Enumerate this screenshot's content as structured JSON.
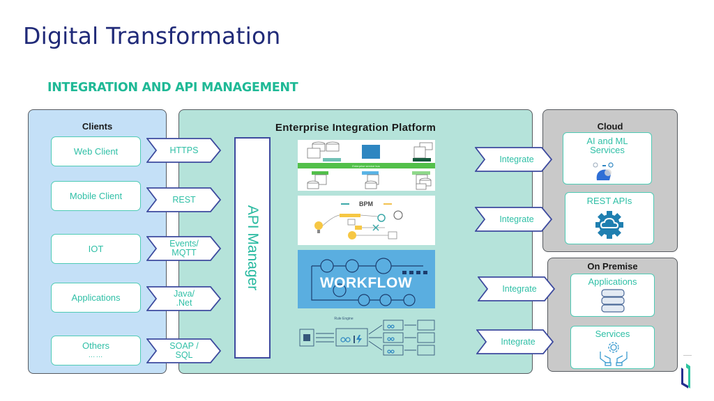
{
  "slide": {
    "title": "Digital Transformation",
    "subtitle": "INTEGRATION AND API MANAGEMENT"
  },
  "colors": {
    "title": "#202a78",
    "accent_teal": "#1fb996",
    "clients_bg": "#c4e0f7",
    "platform_bg": "#b5e3da",
    "cloud_bg": "#c9c9c9",
    "chevron_border": "#3d4a9e"
  },
  "clients": {
    "title": "Clients",
    "items": [
      {
        "label": "Web Client",
        "sub": "",
        "protocol": [
          "HTTPS"
        ]
      },
      {
        "label": "Mobile Client",
        "sub": "",
        "protocol": [
          "REST"
        ]
      },
      {
        "label": "IOT",
        "sub": "",
        "protocol": [
          "Events/",
          "MQTT"
        ]
      },
      {
        "label": "Applications",
        "sub": "",
        "protocol": [
          "Java/",
          ".Net"
        ]
      },
      {
        "label": "Others",
        "sub": "……",
        "protocol": [
          "SOAP /",
          "SQL"
        ]
      }
    ]
  },
  "platform": {
    "title": "Enterprise Integration Platform",
    "api_manager": "API Manager",
    "tiles": {
      "esb": {
        "icon": "enterprise-service-bus-diagram",
        "bus_label": "Enterprise service bus"
      },
      "bpm": {
        "icon": "bpm-illustration",
        "label": "BPM"
      },
      "workflow": {
        "icon": "workflow-illustration",
        "label": "WORKFLOW"
      },
      "rule_engine": {
        "icon": "rule-engine-diagram",
        "label": "Rule Engine"
      }
    },
    "integrate_labels": [
      "Integrate",
      "Integrate",
      "Integrate",
      "Integrate"
    ]
  },
  "cloud": {
    "title": "Cloud",
    "items": [
      {
        "label": "AI and ML Services",
        "icon": "ai-head-icon"
      },
      {
        "label": "REST APIs",
        "icon": "cloud-gear-icon"
      }
    ]
  },
  "on_premise": {
    "title": "On Premise",
    "items": [
      {
        "label": "Applications",
        "icon": "database-icon"
      },
      {
        "label": "Services",
        "icon": "hands-gear-icon"
      }
    ]
  }
}
